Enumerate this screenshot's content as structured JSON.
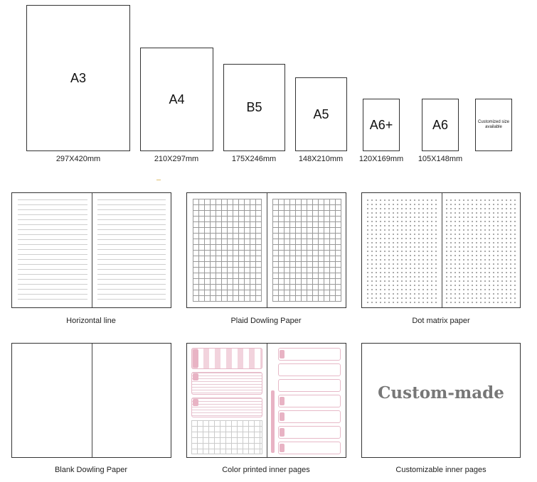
{
  "sizes": [
    {
      "label": "A3",
      "dims": "297X420mm"
    },
    {
      "label": "A4",
      "dims": "210X297mm"
    },
    {
      "label": "B5",
      "dims": "175X246mm"
    },
    {
      "label": "A5",
      "dims": "148X210mm"
    },
    {
      "label": "A6+",
      "dims": "120X169mm"
    },
    {
      "label": "A6",
      "dims": "105X148mm"
    },
    {
      "label": "Customized size available",
      "dims": ""
    }
  ],
  "paper_types": [
    {
      "name": "Horizontal line"
    },
    {
      "name": "Plaid Dowling Paper"
    },
    {
      "name": "Dot matrix paper"
    },
    {
      "name": "Blank Dowling Paper"
    },
    {
      "name": "Color printed inner pages"
    },
    {
      "name": "Customizable inner pages",
      "overlay_text": "Custom-made"
    }
  ],
  "colors": {
    "pink_accent": "#e8b3c4",
    "border": "#333333"
  }
}
